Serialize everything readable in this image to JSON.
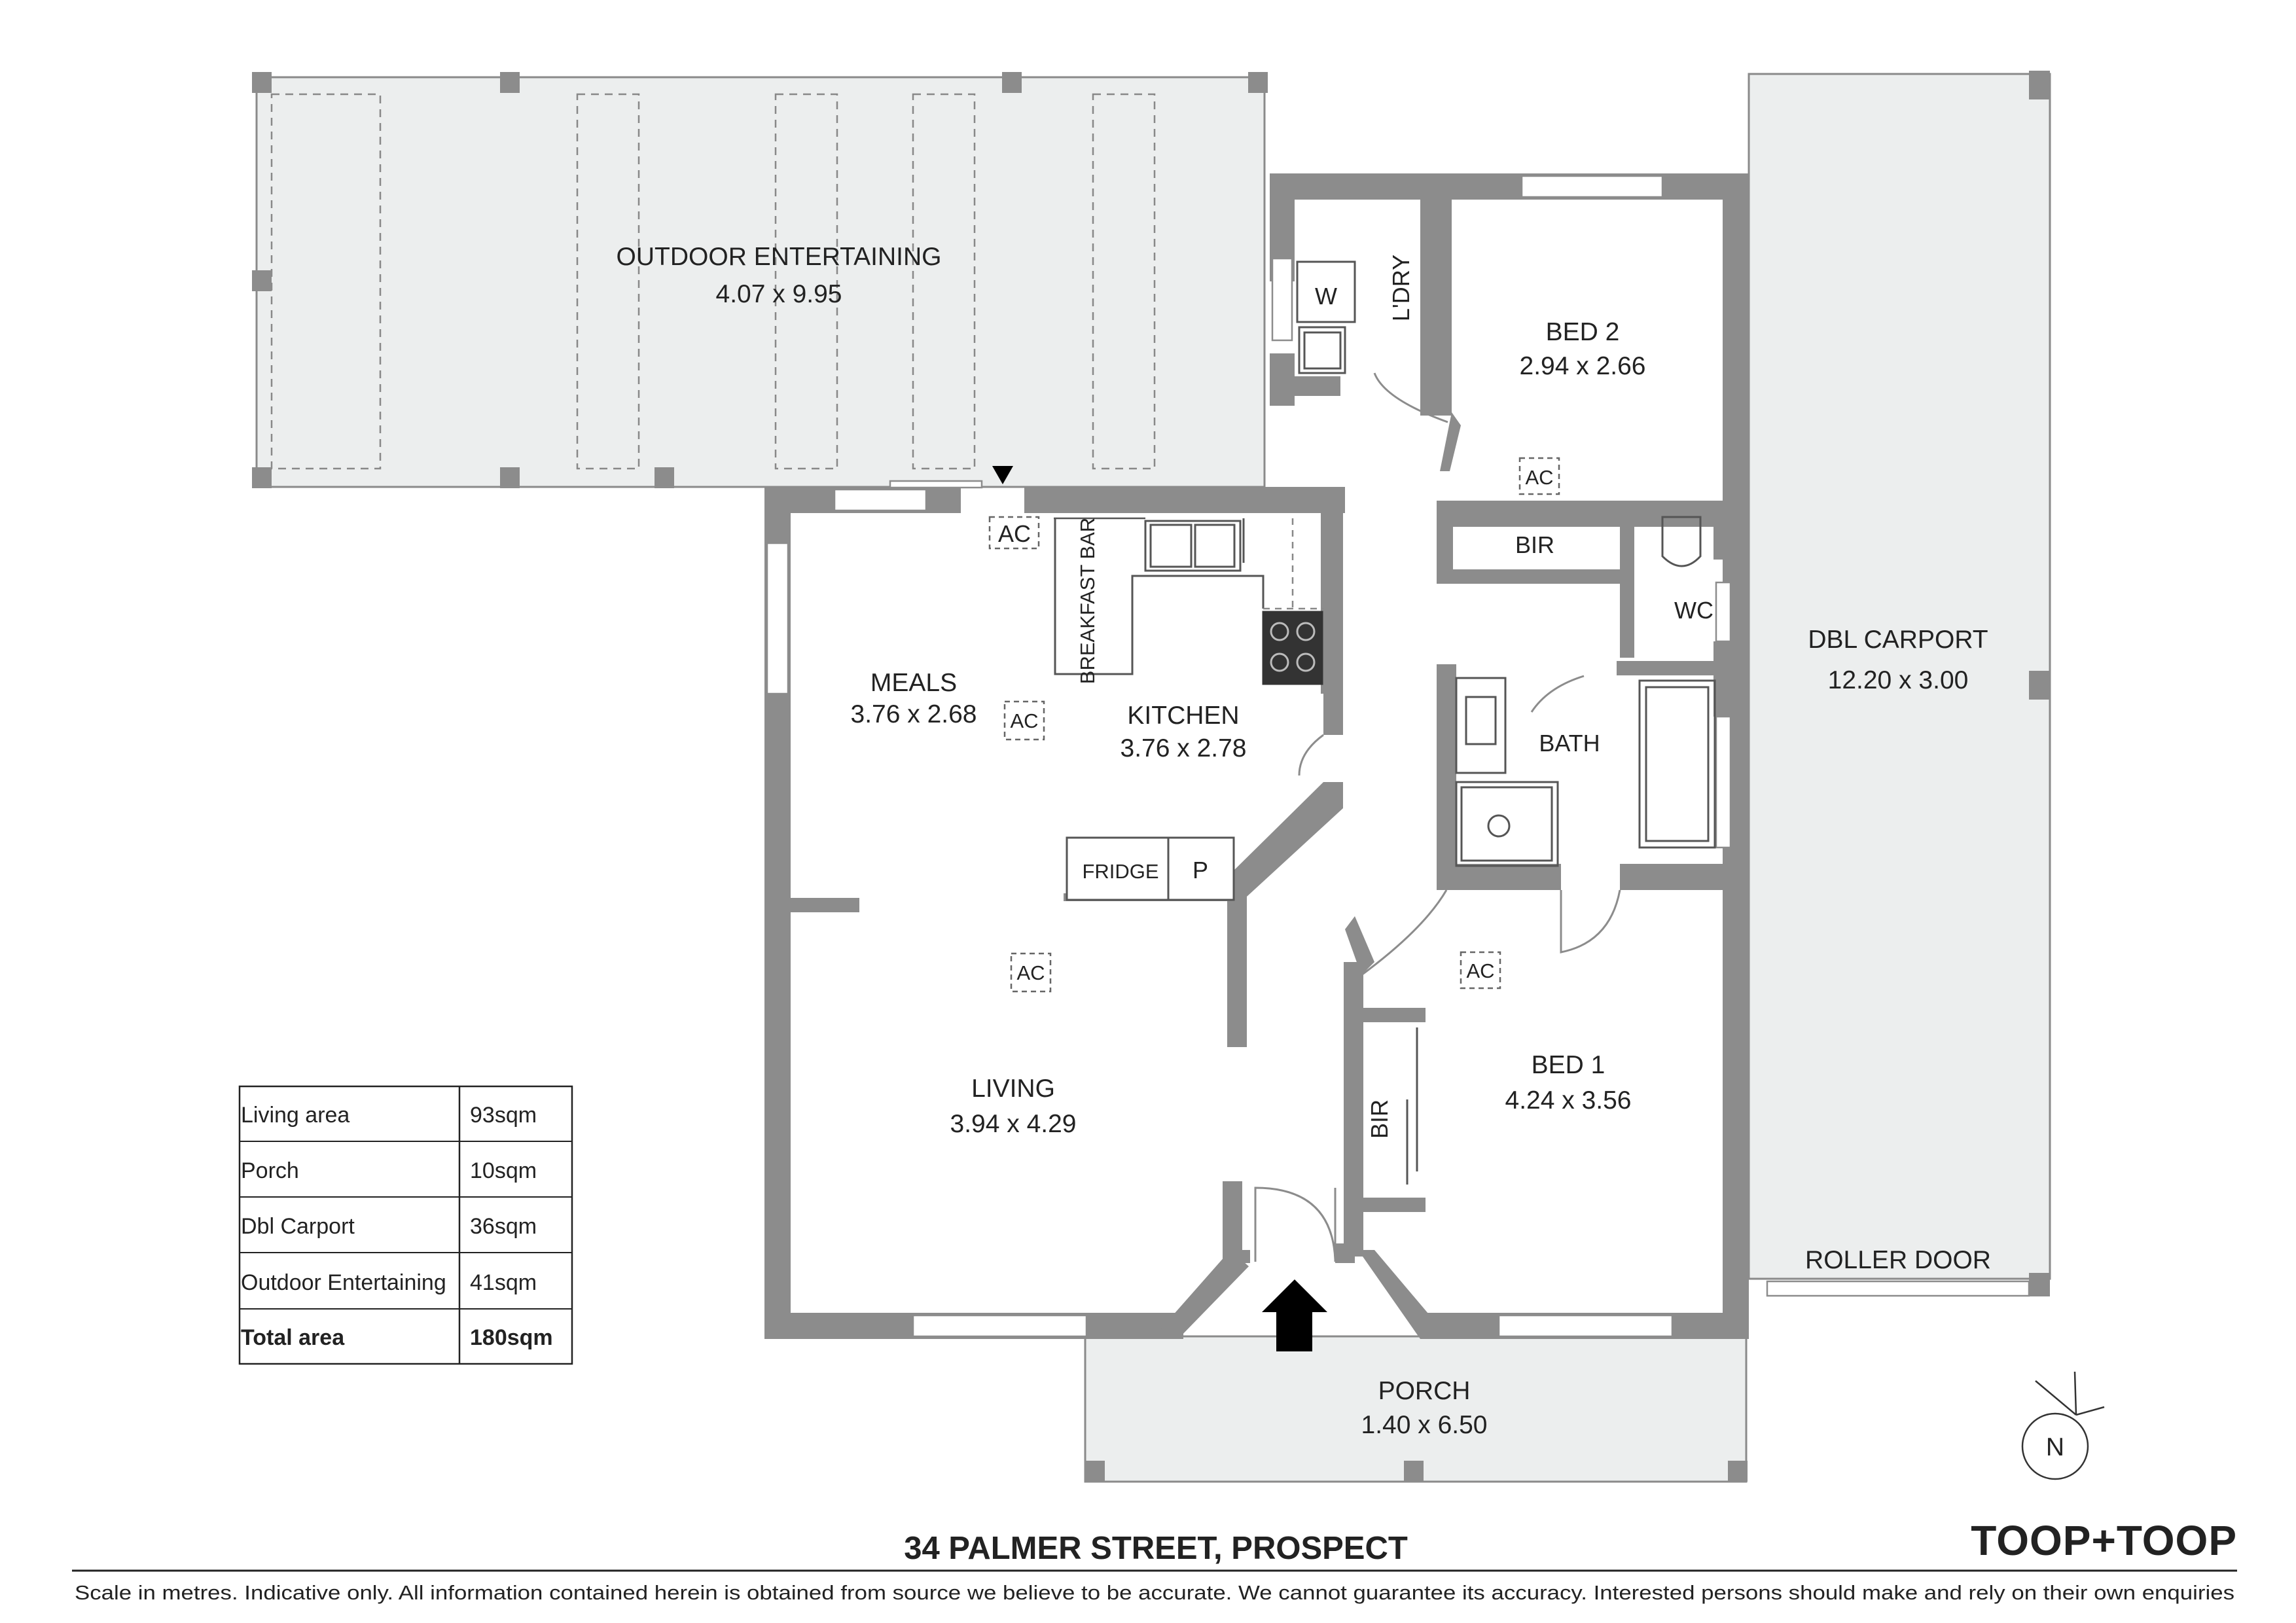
{
  "rooms": {
    "outdoor": {
      "name": "OUTDOOR ENTERTAINING",
      "dims": "4.07 x 9.95"
    },
    "bed2": {
      "name": "BED 2",
      "dims": "2.94 x 2.66"
    },
    "meals": {
      "name": "MEALS",
      "dims": "3.76 x 2.68"
    },
    "kitchen": {
      "name": "KITCHEN",
      "dims": "3.76 x 2.78"
    },
    "living": {
      "name": "LIVING",
      "dims": "3.94 x 4.29"
    },
    "bed1": {
      "name": "BED 1",
      "dims": "4.24 x 3.56"
    },
    "carport": {
      "name": "DBL CARPORT",
      "dims": "12.20 x 3.00"
    },
    "porch": {
      "name": "PORCH",
      "dims": "1.40 x 6.50"
    }
  },
  "labels": {
    "laundry": "L'DRY",
    "washer": "W",
    "bir_bed2": "BIR",
    "wc": "WC",
    "bath": "BATH",
    "bir_bed1": "BIR",
    "breakfast_bar": "BREAKFAST BAR",
    "fridge": "FRIDGE",
    "pantry": "P",
    "ac": "AC",
    "roller_door": "ROLLER DOOR",
    "north": "N"
  },
  "area_table": [
    {
      "label": "Living area",
      "value": "93sqm",
      "bold": false
    },
    {
      "label": "Porch",
      "value": "10sqm",
      "bold": false
    },
    {
      "label": "Dbl Carport",
      "value": "36sqm",
      "bold": false
    },
    {
      "label": "Outdoor Entertaining",
      "value": "41sqm",
      "bold": false
    },
    {
      "label": "Total area",
      "value": "180sqm",
      "bold": true
    }
  ],
  "address": "34 PALMER STREET, PROSPECT",
  "brand": "TOOP+TOOP",
  "disclaimer": "Scale in metres. Indicative only. All information contained herein is obtained from source we believe to be accurate. We cannot guarantee its accuracy. Interested persons should make and rely on their own enquiries",
  "colors": {
    "wall": "#8c8c8c",
    "area_fill": "#eceeee",
    "line": "#7a7a7a",
    "text": "#222222"
  }
}
